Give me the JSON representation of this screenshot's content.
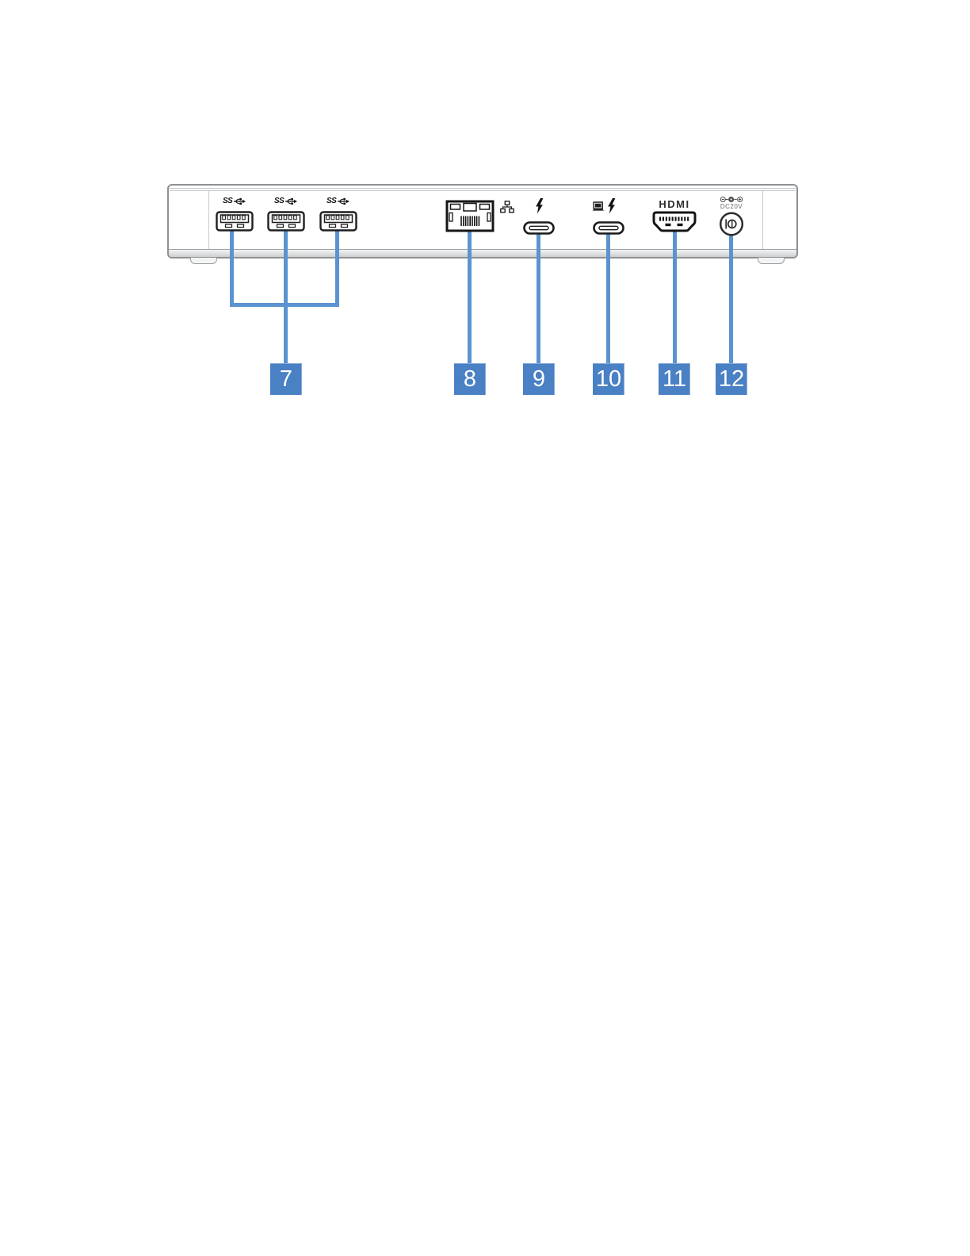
{
  "figure": {
    "description": "Rear panel of a docking station with numbered port callouts",
    "accent_color": "#4a80c4",
    "callout_line_color": "#5b93d0",
    "outline_color": "#1f1f1f"
  },
  "labels": {
    "superspeed": "SS",
    "hdmi": "HDMI",
    "dc_voltage": "DC20V"
  },
  "ports": [
    {
      "callout": "7",
      "icon": "superspeed-usb-icon",
      "kind": "usb-a-ports"
    },
    {
      "callout": "8",
      "icon": "ethernet-icon",
      "kind": "ethernet-port"
    },
    {
      "callout": "9",
      "icon": "thunderbolt-icon",
      "kind": "usb-c-port"
    },
    {
      "callout": "10",
      "icon": "laptop-thunderbolt-icon",
      "kind": "usb-c-port"
    },
    {
      "callout": "11",
      "icon": "hdmi-label",
      "kind": "hdmi-port"
    },
    {
      "callout": "12",
      "icon": "dc-polarity-icon",
      "kind": "dc-power-jack"
    }
  ],
  "callouts": [
    {
      "number": "7"
    },
    {
      "number": "8"
    },
    {
      "number": "9"
    },
    {
      "number": "10"
    },
    {
      "number": "11"
    },
    {
      "number": "12"
    }
  ]
}
